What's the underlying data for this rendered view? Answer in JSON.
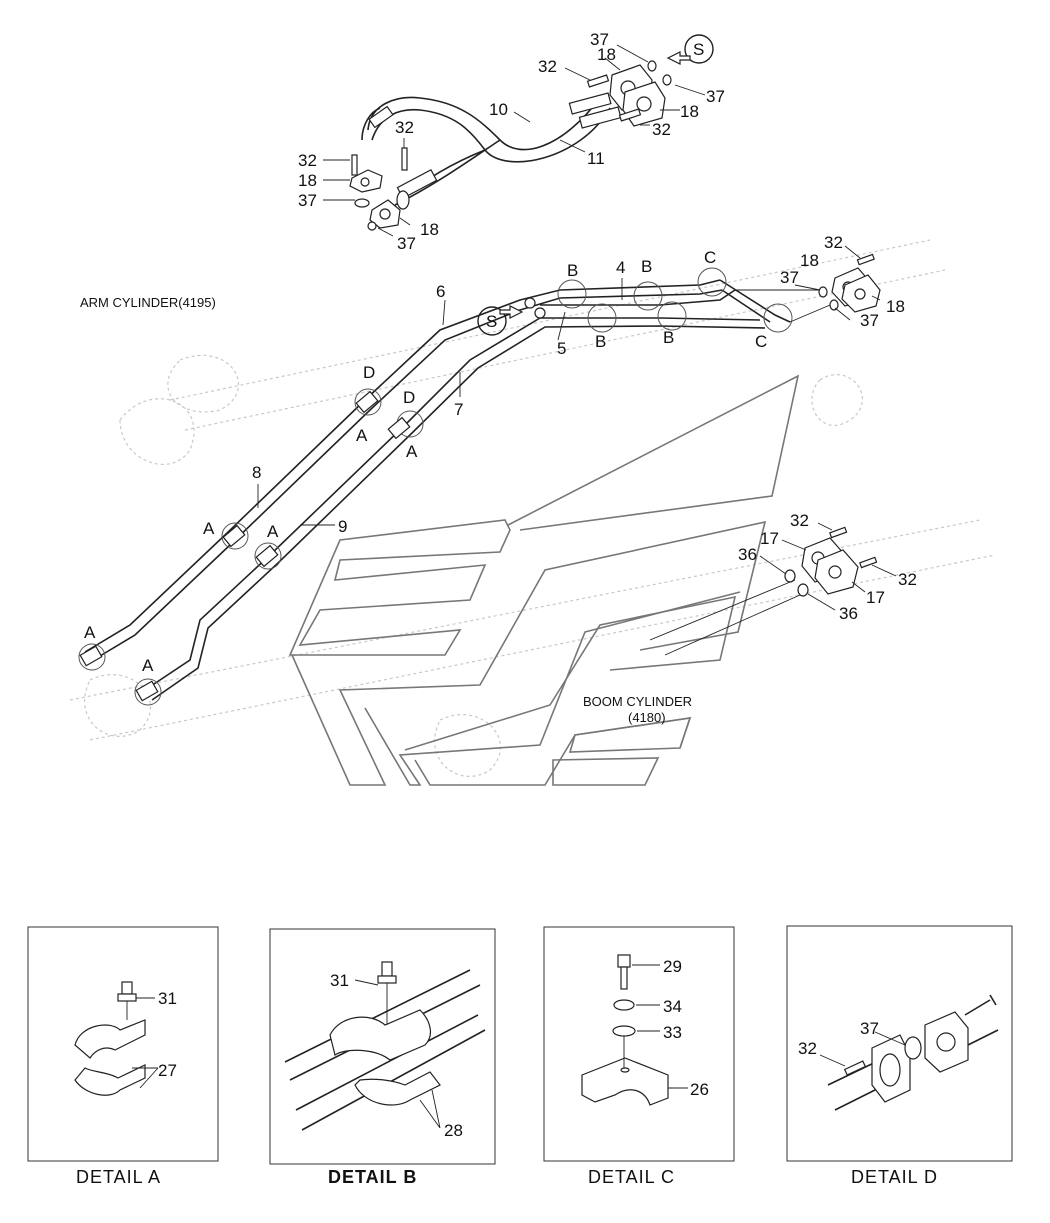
{
  "labels": {
    "arm_cylinder": "ARM CYLINDER(4195)",
    "boom_cylinder_line1": "BOOM CYLINDER",
    "boom_cylinder_line2": "(4180)"
  },
  "callouts": {
    "n37": "37",
    "n32": "32",
    "n18": "18",
    "n10": "10",
    "n11": "11",
    "n4": "4",
    "n5": "5",
    "n6": "6",
    "n7": "7",
    "n8": "8",
    "n9": "9",
    "n17": "17",
    "n36": "36",
    "n31": "31",
    "n27": "27",
    "n28": "28",
    "n29": "29",
    "n34": "34",
    "n33": "33",
    "n26": "26",
    "A": "A",
    "B": "B",
    "C": "C",
    "D": "D",
    "S": "S"
  },
  "details": {
    "a": "DETAIL  A",
    "b": "DETAIL  B",
    "c": "DETAIL  C",
    "d": "DETAIL  D"
  }
}
